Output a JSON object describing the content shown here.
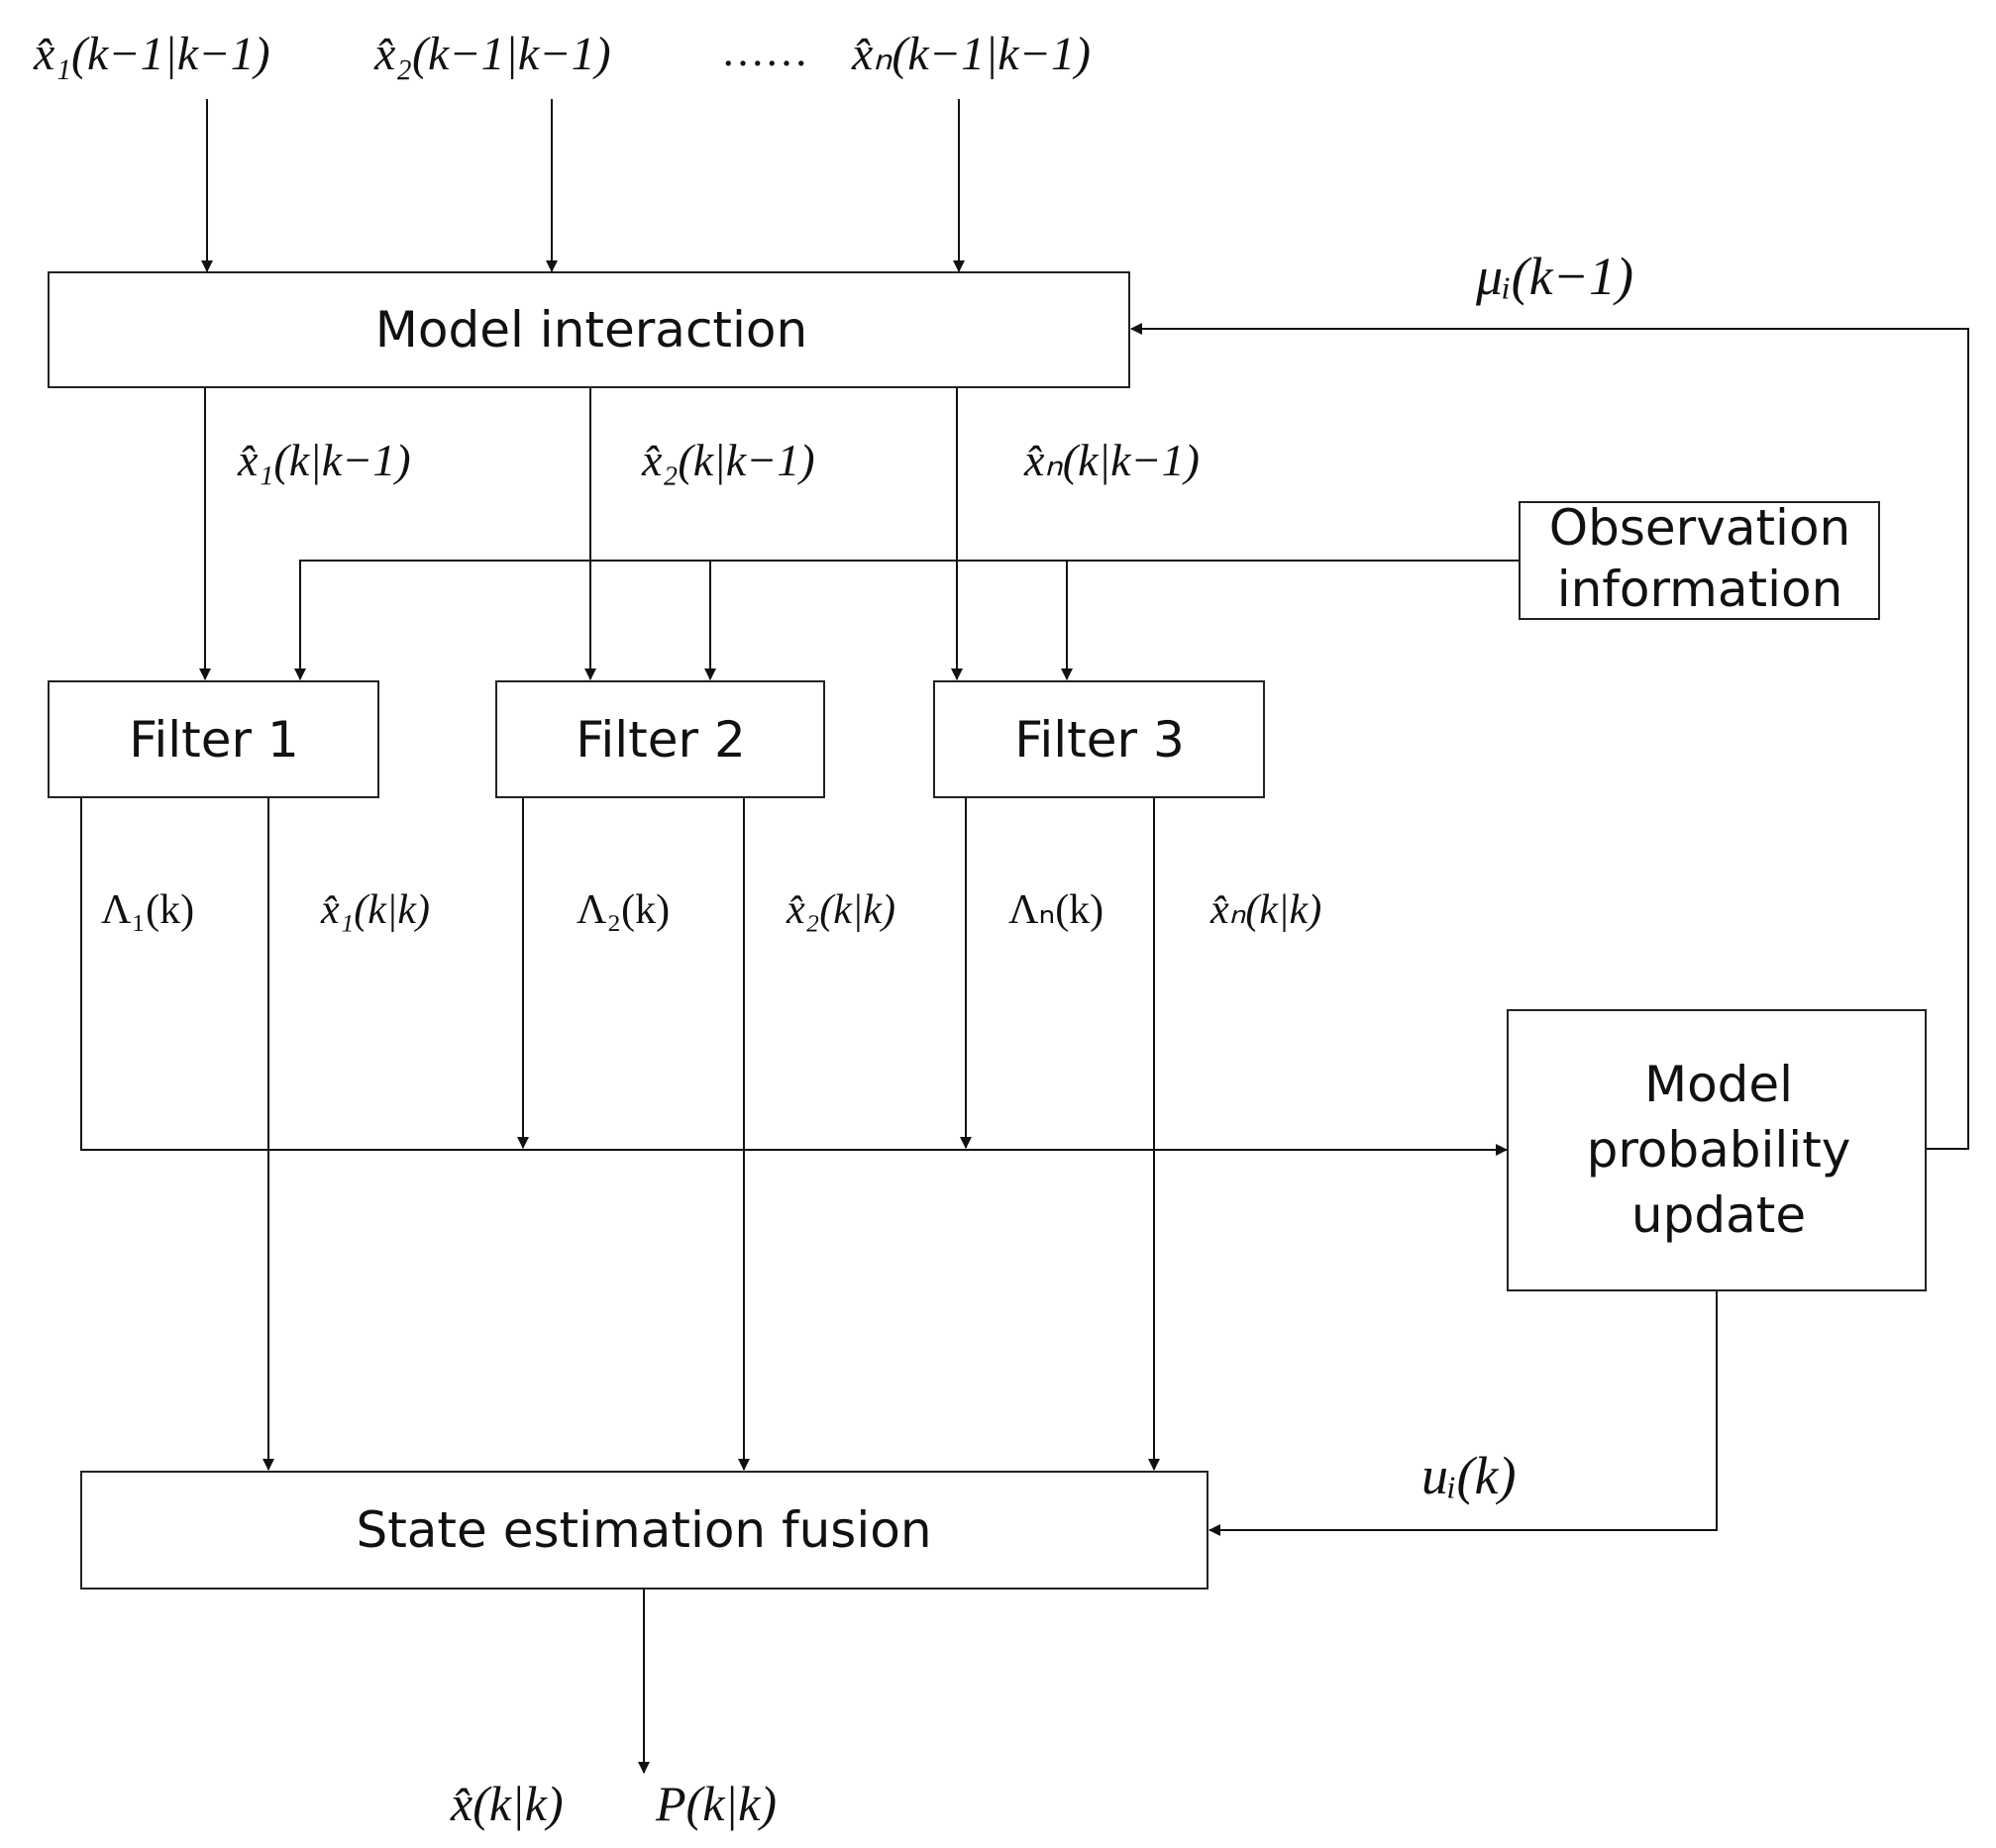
{
  "inputs": {
    "x1_prev": "x̂₁(k−1|k−1)",
    "x2_prev": "x̂₂(k−1|k−1)",
    "ellipsis": "……",
    "xn_prev": "x̂ₙ(k−1|k−1)"
  },
  "boxes": {
    "model_interaction": "Model interaction",
    "observation_line1": "Observation",
    "observation_line2": "information",
    "filter1": "Filter 1",
    "filter2": "Filter 2",
    "filter3": "Filter 3",
    "prob_line1": "Model",
    "prob_line2": "probability",
    "prob_line3": "update",
    "fusion": "State estimation fusion"
  },
  "signals": {
    "mu_prev": "μᵢ(k−1)",
    "x1_pred": "x̂₁(k|k−1)",
    "x2_pred": "x̂₂(k|k−1)",
    "xn_pred": "x̂ₙ(k|k−1)",
    "lambda1": "Λ₁(k)",
    "x1_est": "x̂₁(k|k)",
    "lambda2": "Λ₂(k)",
    "x2_est": "x̂₂(k|k)",
    "lambdan": "Λₙ(k)",
    "xn_est": "x̂ₙ(k|k)",
    "u_k": "uᵢ(k)",
    "x_out": "x̂(k|k)",
    "p_out": "P(k|k)"
  }
}
